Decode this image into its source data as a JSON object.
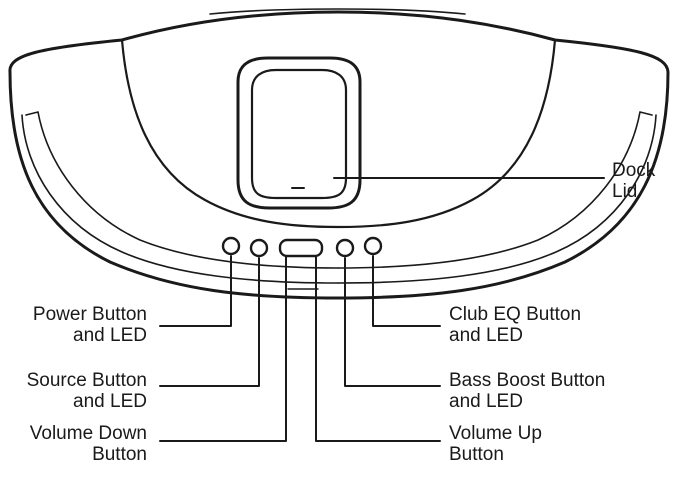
{
  "callouts": {
    "dock_lid": {
      "line1": "Dock",
      "line2": "Lid"
    },
    "power": {
      "line1": "Power Button",
      "line2": "and LED"
    },
    "source": {
      "line1": "Source Button",
      "line2": "and LED"
    },
    "volume_down": {
      "line1": "Volume Down",
      "line2": "Button"
    },
    "club_eq": {
      "line1": "Club EQ Button",
      "line2": "and LED"
    },
    "bass_boost": {
      "line1": "Bass Boost Button",
      "line2": "and LED"
    },
    "volume_up": {
      "line1": "Volume Up",
      "line2": "Button"
    }
  },
  "colors": {
    "stroke": "#1a1a1a",
    "background": "#ffffff"
  }
}
